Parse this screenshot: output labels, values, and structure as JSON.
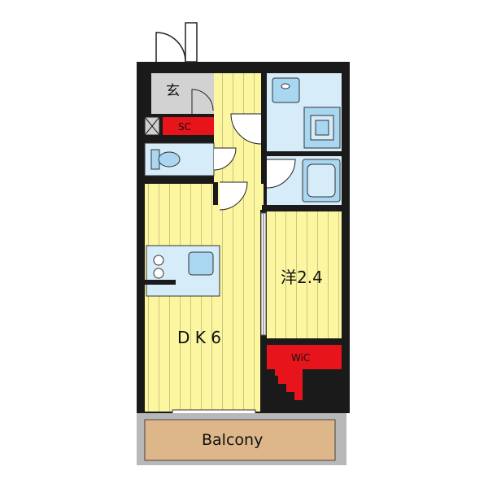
{
  "rooms": {
    "entrance": "玄",
    "shoe_closet": "SC",
    "dining_kitchen": "D K 6",
    "western_room": "洋2.4",
    "walk_in_closet": "WiC",
    "balcony": "Balcony"
  },
  "colors": {
    "wall": "#1a1a1a",
    "floor_yellow": "#fcf6a0",
    "floor_stripe": "#cbc680",
    "wet_area": "#d6ecf8",
    "fixture_blue": "#a9d6f0",
    "storage_red": "#e8141c",
    "entrance_gray": "#d2d2d2",
    "balcony": "#ddb68a"
  }
}
